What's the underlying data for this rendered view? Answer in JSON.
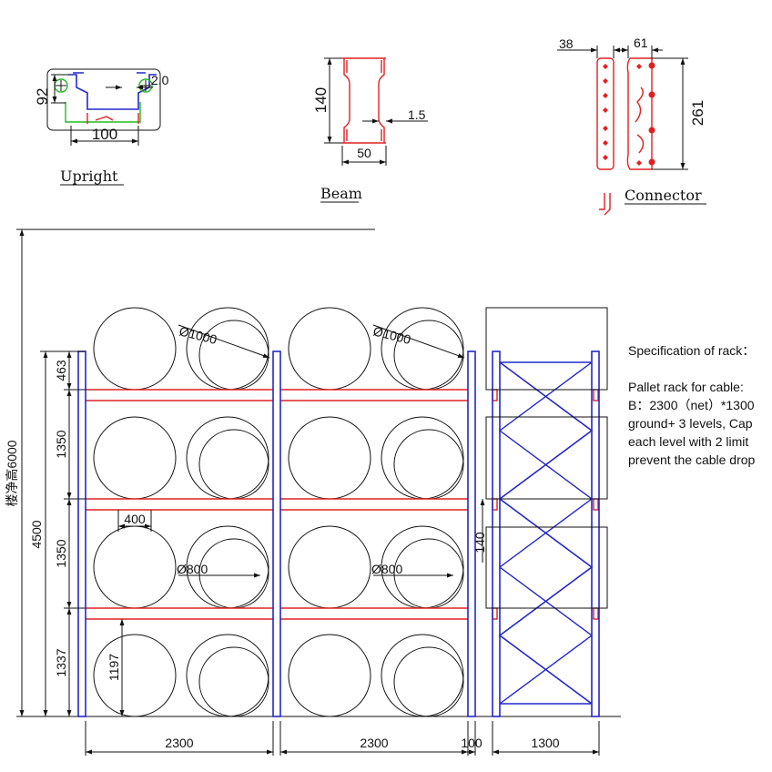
{
  "titles": {
    "upright": "Upright",
    "beam": "Beam",
    "connector": "Connector"
  },
  "upright": {
    "height": "92",
    "width": "100",
    "thickness": "2.0"
  },
  "beam": {
    "height": "140",
    "width": "50",
    "thickness": "1.5"
  },
  "connector": {
    "d1": "38",
    "d2": "61",
    "height": "261"
  },
  "front": {
    "floor_height_label": "楼净高6000",
    "overall": "4500",
    "levels": [
      "463",
      "1350",
      "1350",
      "1337"
    ],
    "clear_height": "1197",
    "gap_label": "400",
    "beam_label": "140",
    "dia_large": "Ø1000",
    "dia_small": "Ø800",
    "bays": [
      "2300",
      "2300",
      "100",
      "1300"
    ]
  },
  "spec": {
    "heading": "Specification of rack：",
    "lines": [
      "Pallet rack for cable:",
      "B：2300（net）*1300",
      "ground+ 3 levels, Cap",
      "each level with 2 limit",
      "prevent the cable drop"
    ]
  },
  "colors": {
    "upright": "#2328c8",
    "beam": "#e02020",
    "outline": "#111111",
    "profile": "#22bb22"
  }
}
